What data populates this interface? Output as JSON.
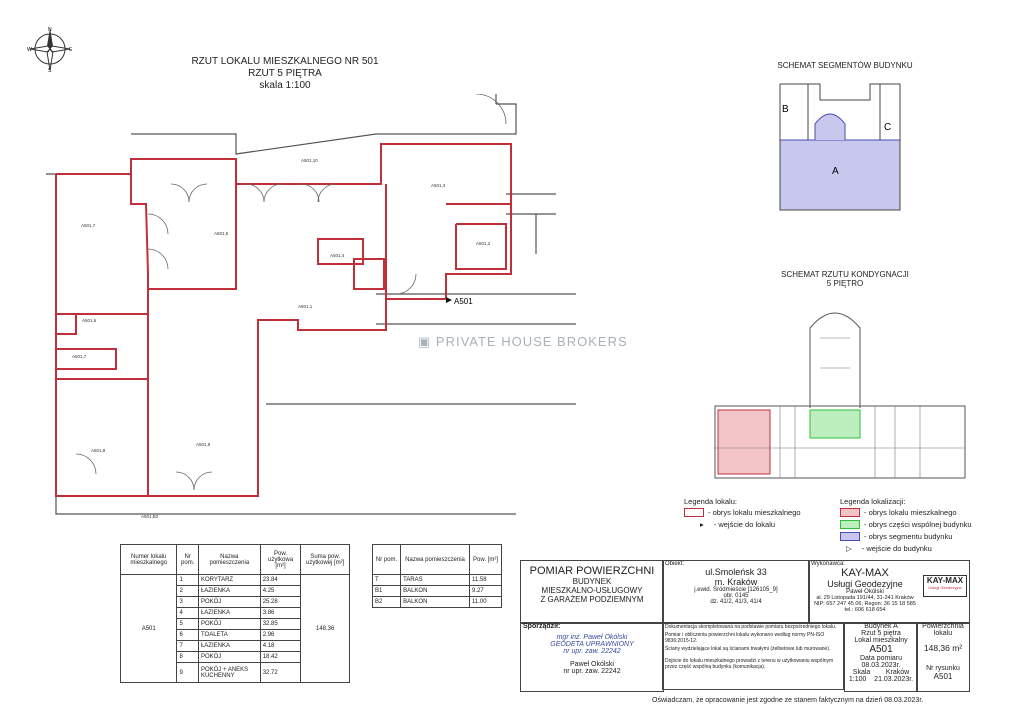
{
  "compass": {
    "n": "N",
    "s": "S",
    "e": "E",
    "w": "W"
  },
  "title": {
    "line1": "RZUT LOKALU MIESZKALNEGO NR 501",
    "line2": "RZUT 5 PIĘTRA",
    "line3": "skala 1:100"
  },
  "segments_schema": {
    "title": "SCHEMAT SEGMENTÓW BUDYNKU",
    "labels": [
      "B",
      "C",
      "A"
    ]
  },
  "floor_schema": {
    "title1": "SCHEMAT RZUTU KONDYGNACJI",
    "title2": "5 PIĘTRO"
  },
  "rooms": [
    "A501,10",
    "A501,3",
    "A501,5",
    "A501,4",
    "A501,2",
    "A501,7",
    "A501,1",
    "A501,6",
    "A501,7",
    "A501,8",
    "A501,9",
    "A501,B2"
  ],
  "entry_label": "A501",
  "watermark": "PRIVATE HOUSE BROKERS",
  "legend_local": {
    "title": "Legenda lokalu:",
    "item1": "- obrys lokalu mieszkalnego",
    "item2": "- wejście do lokalu"
  },
  "legend_location": {
    "title": "Legenda lokalizacji:",
    "item1": "- obrys lokalu mieszkalnego",
    "item2": "- obrys części wspólnej budynku",
    "item3": "- obrys segmentu budynku",
    "item4": "- wejście do budynku"
  },
  "table1": {
    "headers": [
      "Numer lokalu mieszkalnego",
      "Nr pom.",
      "Nazwa pomieszczenia",
      "Pow. użytkowa [m²]",
      "Suma pow. użytkowej [m²]"
    ],
    "unit": "A501",
    "sum": "148.36",
    "rows": [
      [
        "1",
        "KORYTARZ",
        "23.84"
      ],
      [
        "2",
        "ŁAZIENKA",
        "4.25"
      ],
      [
        "3",
        "POKÓJ",
        "25.28"
      ],
      [
        "4",
        "ŁAZIENKA",
        "3.86"
      ],
      [
        "5",
        "POKÓJ",
        "32.85"
      ],
      [
        "6",
        "TOALETA",
        "2.96"
      ],
      [
        "7",
        "ŁAZIENKA",
        "4.18"
      ],
      [
        "8",
        "POKÓJ",
        "18.42"
      ],
      [
        "9",
        "POKÓJ + ANEKS KUCHENNY",
        "32.72"
      ]
    ]
  },
  "table2": {
    "headers": [
      "Nr pom.",
      "Nazwa pomieszczenia",
      "Pow. [m²]"
    ],
    "rows": [
      [
        "T",
        "TARAS",
        "11.58"
      ],
      [
        "B1",
        "BALKON",
        "9.27"
      ],
      [
        "B2",
        "BALKON",
        "11.00"
      ]
    ]
  },
  "measurement": {
    "l1": "POMIAR POWIERZCHNI",
    "l2": "BUDYNEK",
    "l3": "MIESZKALNO-USŁUGOWY",
    "l4": "Z GARAŻEM PODZIEMNYM"
  },
  "object": {
    "label": "Obiekt:",
    "l1": "ul.Smoleńsk 33",
    "l2": "m. Kraków",
    "l3": "j.ewid. Śródmieście [126105_9]",
    "l4": "obr. 0145",
    "l5": "dz. 41/2, 41/3, 41/4"
  },
  "contractor": {
    "label": "Wykonawca:",
    "l1": "KAY-MAX",
    "l2": "Usługi Geodezyjne",
    "l3": "Paweł Okólski",
    "l4": "al. 29 Listopada 191/44, 31-241 Kraków",
    "l5": "NIP: 657 247 45 06; Regon: 36 15 18 585",
    "l6": "tel.: 606 618 654",
    "logo": "KAY-MAX",
    "logo_sub": "Usługi Geodezyjne"
  },
  "prepared": {
    "label": "Sporządził:",
    "l1": "mgr inż. Paweł Okólski",
    "l2": "GEODETA UPRAWNIONY",
    "l3": "nr upr. zaw. 22242",
    "l4": "Paweł Okólski",
    "l5": "nr upr. zaw. 22242"
  },
  "notes": {
    "n1": "Dokumentacja skompletowana na podstawie pomiaru bezpośredniego lokalu.",
    "n2": "Pomiar i obliczenia powierzchni lokalu wykonano według normy PN-ISO 9836:2015-12.",
    "n3": "Ściany wydzielające lokal są ścianami trwałymi (żelbetowe lub murowane).",
    "n4": "Dojście do lokalu mieszkalnego prowadzi z terenu w użytkowaniu wspólnym przez część wspólną budynku (komunikacja)."
  },
  "info": {
    "l1": "Budynek A",
    "l2": "Rzut 5 piętra",
    "l3": "Lokal mieszkalny",
    "unit": "A501",
    "date_label": "Data pomiaru",
    "date": "08.03.2023r.",
    "scale_label": "Skala",
    "scale": "1:100",
    "city_label": "Kraków",
    "city_date": "21.03.2023r."
  },
  "area_box": {
    "label": "Powierzchnia lokalu",
    "value": "148,36 m²",
    "draw_label": "Nr rysunku",
    "draw": "A501"
  },
  "footer": "Oświadczam, że opracowanie jest zgodne ze stanem faktycznym na dzień 08.03.2023r.",
  "colors": {
    "red": "#c0303a",
    "green": "#2fbf3a",
    "blue": "#4b4bb5",
    "line": "#333333"
  }
}
